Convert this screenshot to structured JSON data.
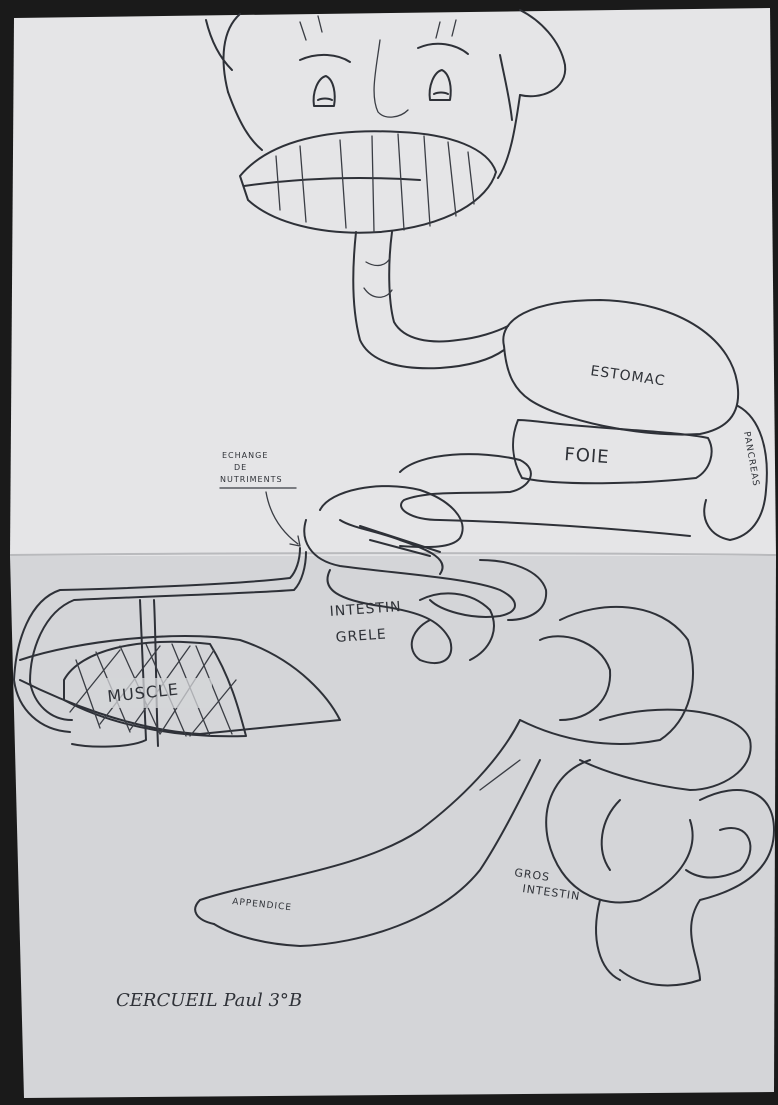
{
  "labels": {
    "estomac": "ESTOMAC",
    "foie": "FOIE",
    "pancreas": "PANCREAS",
    "echange_line1": "ECHANGE",
    "echange_line2": "DE",
    "echange_line3": "NUTRIMENTS",
    "intestin_line1": "INTESTIN",
    "intestin_line2": "GRELE",
    "muscle": "MUSCLE",
    "appendice": "APPENDICE",
    "gros_line1": "GROS",
    "gros_line2": "INTESTIN",
    "signature": "CERCUEIL Paul 3°B"
  },
  "colors": {
    "ink": "#2e3138",
    "paper_top": "#e4e4e6",
    "paper_bottom": "#d2d3d6",
    "background": "#1a1a1a"
  }
}
